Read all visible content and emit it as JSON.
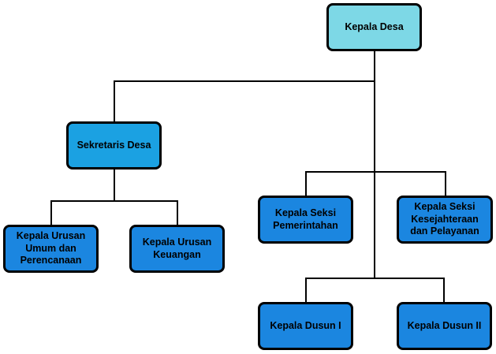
{
  "org_chart": {
    "head": {
      "label": "Kepala Desa",
      "color": "#7dd8e6"
    },
    "secretary": {
      "label": "Sekretaris Desa",
      "color": "#1ba1e2"
    },
    "urusan": [
      {
        "label": "Kepala Urusan Umum dan Perencanaan"
      },
      {
        "label": "Kepala Urusan Keuangan"
      }
    ],
    "seksi": [
      {
        "label": "Kepala Seksi Pemerintahan"
      },
      {
        "label": "Kepala Seksi Kesejahteraan dan Pelayanan"
      }
    ],
    "dusun": [
      {
        "label": "Kepala Dusun I"
      },
      {
        "label": "Kepala Dusun II"
      }
    ],
    "node_color": "#1b86e0",
    "line_color": "#000000"
  }
}
